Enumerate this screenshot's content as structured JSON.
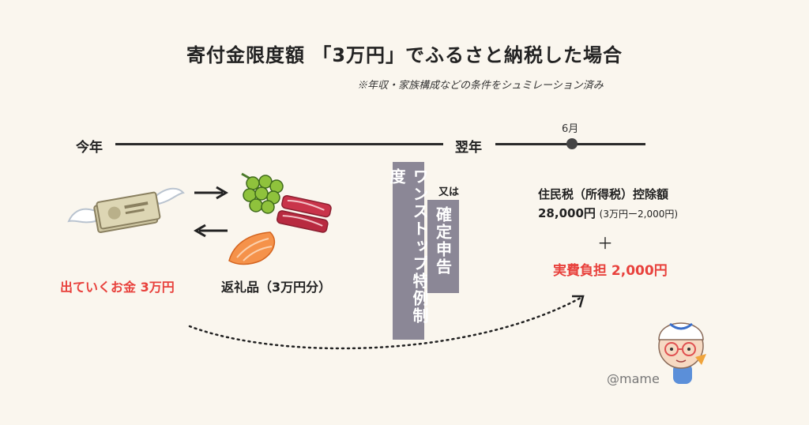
{
  "title": "寄付金限度額 「3万円」でふるさと納税した場合",
  "note": "※年収・家族構成などの条件をシュミレーション済み",
  "timeline": {
    "this_year": "今年",
    "next_year": "翌年",
    "month": "6月"
  },
  "left": {
    "outgoing": "出ていくお金 3万円",
    "gifts": "返礼品（3万円分）"
  },
  "middle": {
    "one_stop": "ワンストップ特例制度",
    "or": "又は",
    "tax_return": "確定申告"
  },
  "right": {
    "deduction_label": "住民税（所得税）控除額",
    "deduction_amount": "28,000円",
    "deduction_formula": "(3万円ー2,000円)",
    "plus": "＋",
    "burden": "実費負担 2,000円"
  },
  "watermark": "@mame",
  "colors": {
    "background": "#faf6ee",
    "accent_red": "#e8413c",
    "box_gray": "#8b8796"
  }
}
